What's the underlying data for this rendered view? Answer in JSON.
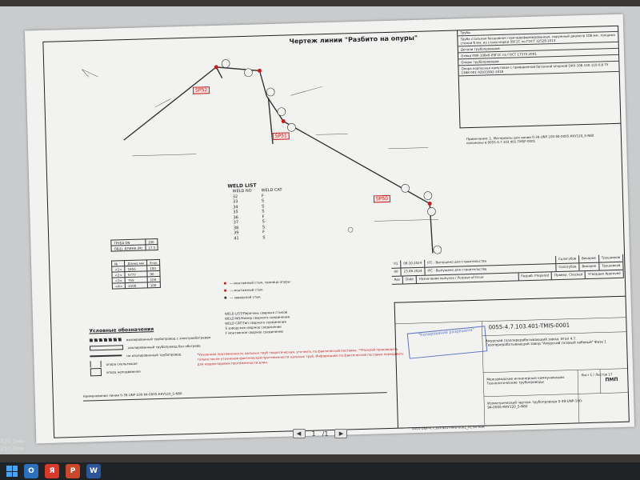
{
  "drawing": {
    "title": "Чертеж линии \"Разбито на опуры\"",
    "sp_labels": [
      "SP52",
      "SP51",
      "SP50"
    ],
    "spec_rows": [
      "Трубы",
      "Труба стальная бесшовная горячедеформированная, наружный диаметр 108 мм, толщина стенки 6 мм, из стали марки 09Г2С по ГОСТ 32528-2013",
      "Детали трубопроводов",
      "Отвод П90-108х6-09Г2С по ГОСТ 17375-2001",
      "Опоры трубопроводов",
      "Опора корпусная хомутовая с приваренной бетонной опорной ОКХ-108-150-110-0,6 ТУ 1468-001-42933992-2018"
    ],
    "notes": "Примечания: 1. Материалы для линии 0-39-UNP-100-94-0005-ККУ120_S-N60 изложены в 0055-4.7.103.401-TMSP-0001",
    "weld_list": {
      "title": "WELD LIST",
      "col_no": "WELD NO",
      "col_cat": "WELD CAT",
      "rows": [
        [
          "32",
          "F"
        ],
        [
          "33",
          "S"
        ],
        [
          "34",
          "S"
        ],
        [
          "35",
          "S"
        ],
        [
          "36",
          "F"
        ],
        [
          "37",
          "S"
        ],
        [
          "38",
          "S"
        ],
        [
          "39",
          "F"
        ],
        [
          "41",
          "S"
        ]
      ]
    },
    "pipe_table": [
      [
        "ТРУБА DN",
        "100"
      ],
      [
        "ОБЩ. ДЛИНА (М)",
        "17.3"
      ]
    ],
    "bend_table": [
      [
        "№",
        "Длина мм",
        "Угол"
      ],
      [
        "<1>",
        "1655",
        "100"
      ],
      [
        "<2>",
        "5777",
        "90"
      ],
      [
        "<3>",
        "755",
        "100"
      ],
      [
        "<4>",
        "2100",
        "100"
      ]
    ],
    "legend": [
      "— монтажный стык, граница опуры",
      "— монтажный стык",
      "— заводской стык"
    ],
    "weld_legend": [
      "WELD LIST/Перечень сварных стыков",
      "WELD NO/Номер сварного соединения",
      "WELD CAT/Тип сварного соединения",
      "S заводское сварное соединение",
      "F монтажное сварное соединение"
    ],
    "symbols_title": "Условные обозначения",
    "symbols": [
      "изолированный трубопровод с электрообогревом",
      "изолированный трубопровод без обогрева",
      "не изолированный трубопровод",
      "опора скользящая",
      "опора неподвижная"
    ],
    "red_note": "*Указанная протяженность це­льных труб теоретическая, уточнить по фактической поставке. **Раскрой производить только после уточнения фактической протяженности цельных труб. Информацию по фактической поставке передавать для корректировки протяженности длин.",
    "revisions": [
      [
        "01",
        "08.10.2024",
        "IFC - Выпущено для строительства",
        "Сологубов",
        "Викарев",
        "Трушников"
      ],
      [
        "00",
        "23.08.2024",
        "IFC - Выпущено для строительства",
        "Сологубов",
        "Викарев",
        "Трушников"
      ],
      [
        "Rev",
        "Date",
        "Назначение выпуска / Purpose of Issue",
        "Разраб. Prepared",
        "Провер. Checked",
        "Утвердил Approved"
      ]
    ],
    "stamp": "\"Копирование разрешено\"",
    "title_code": "0055-4.7.103.401-TMIS-0001",
    "title_desc": "Амурский газоперерабатывающий завод. Этап 4.7. Газоперерабатывающий завод \"Амурский газовый хабовый\" Фаза 1",
    "title_sub": "Межзаводские инженерные коммуникации. Технологические трубопроводы",
    "title_iso": "Изометрический чертеж трубопровода 0-39-UNP-100-94-0005-ККУ120_S-N60",
    "sheet": "Лист 1 / Листов 17",
    "logo": "ПМП",
    "bottom_header": "Наименование линии 0-39-UNP-100-94-0005-ККУ120_S-N60",
    "footer": "0055-UNP-4.7.103.401-TMIS-0001_01.90.RbA"
  },
  "viewer": {
    "page_current": "1",
    "page_total": "/1",
    "dims": [
      "420,2мм",
      "297,0мм"
    ]
  },
  "taskbar": {
    "items": [
      "O",
      "Я",
      "P",
      "W"
    ]
  }
}
